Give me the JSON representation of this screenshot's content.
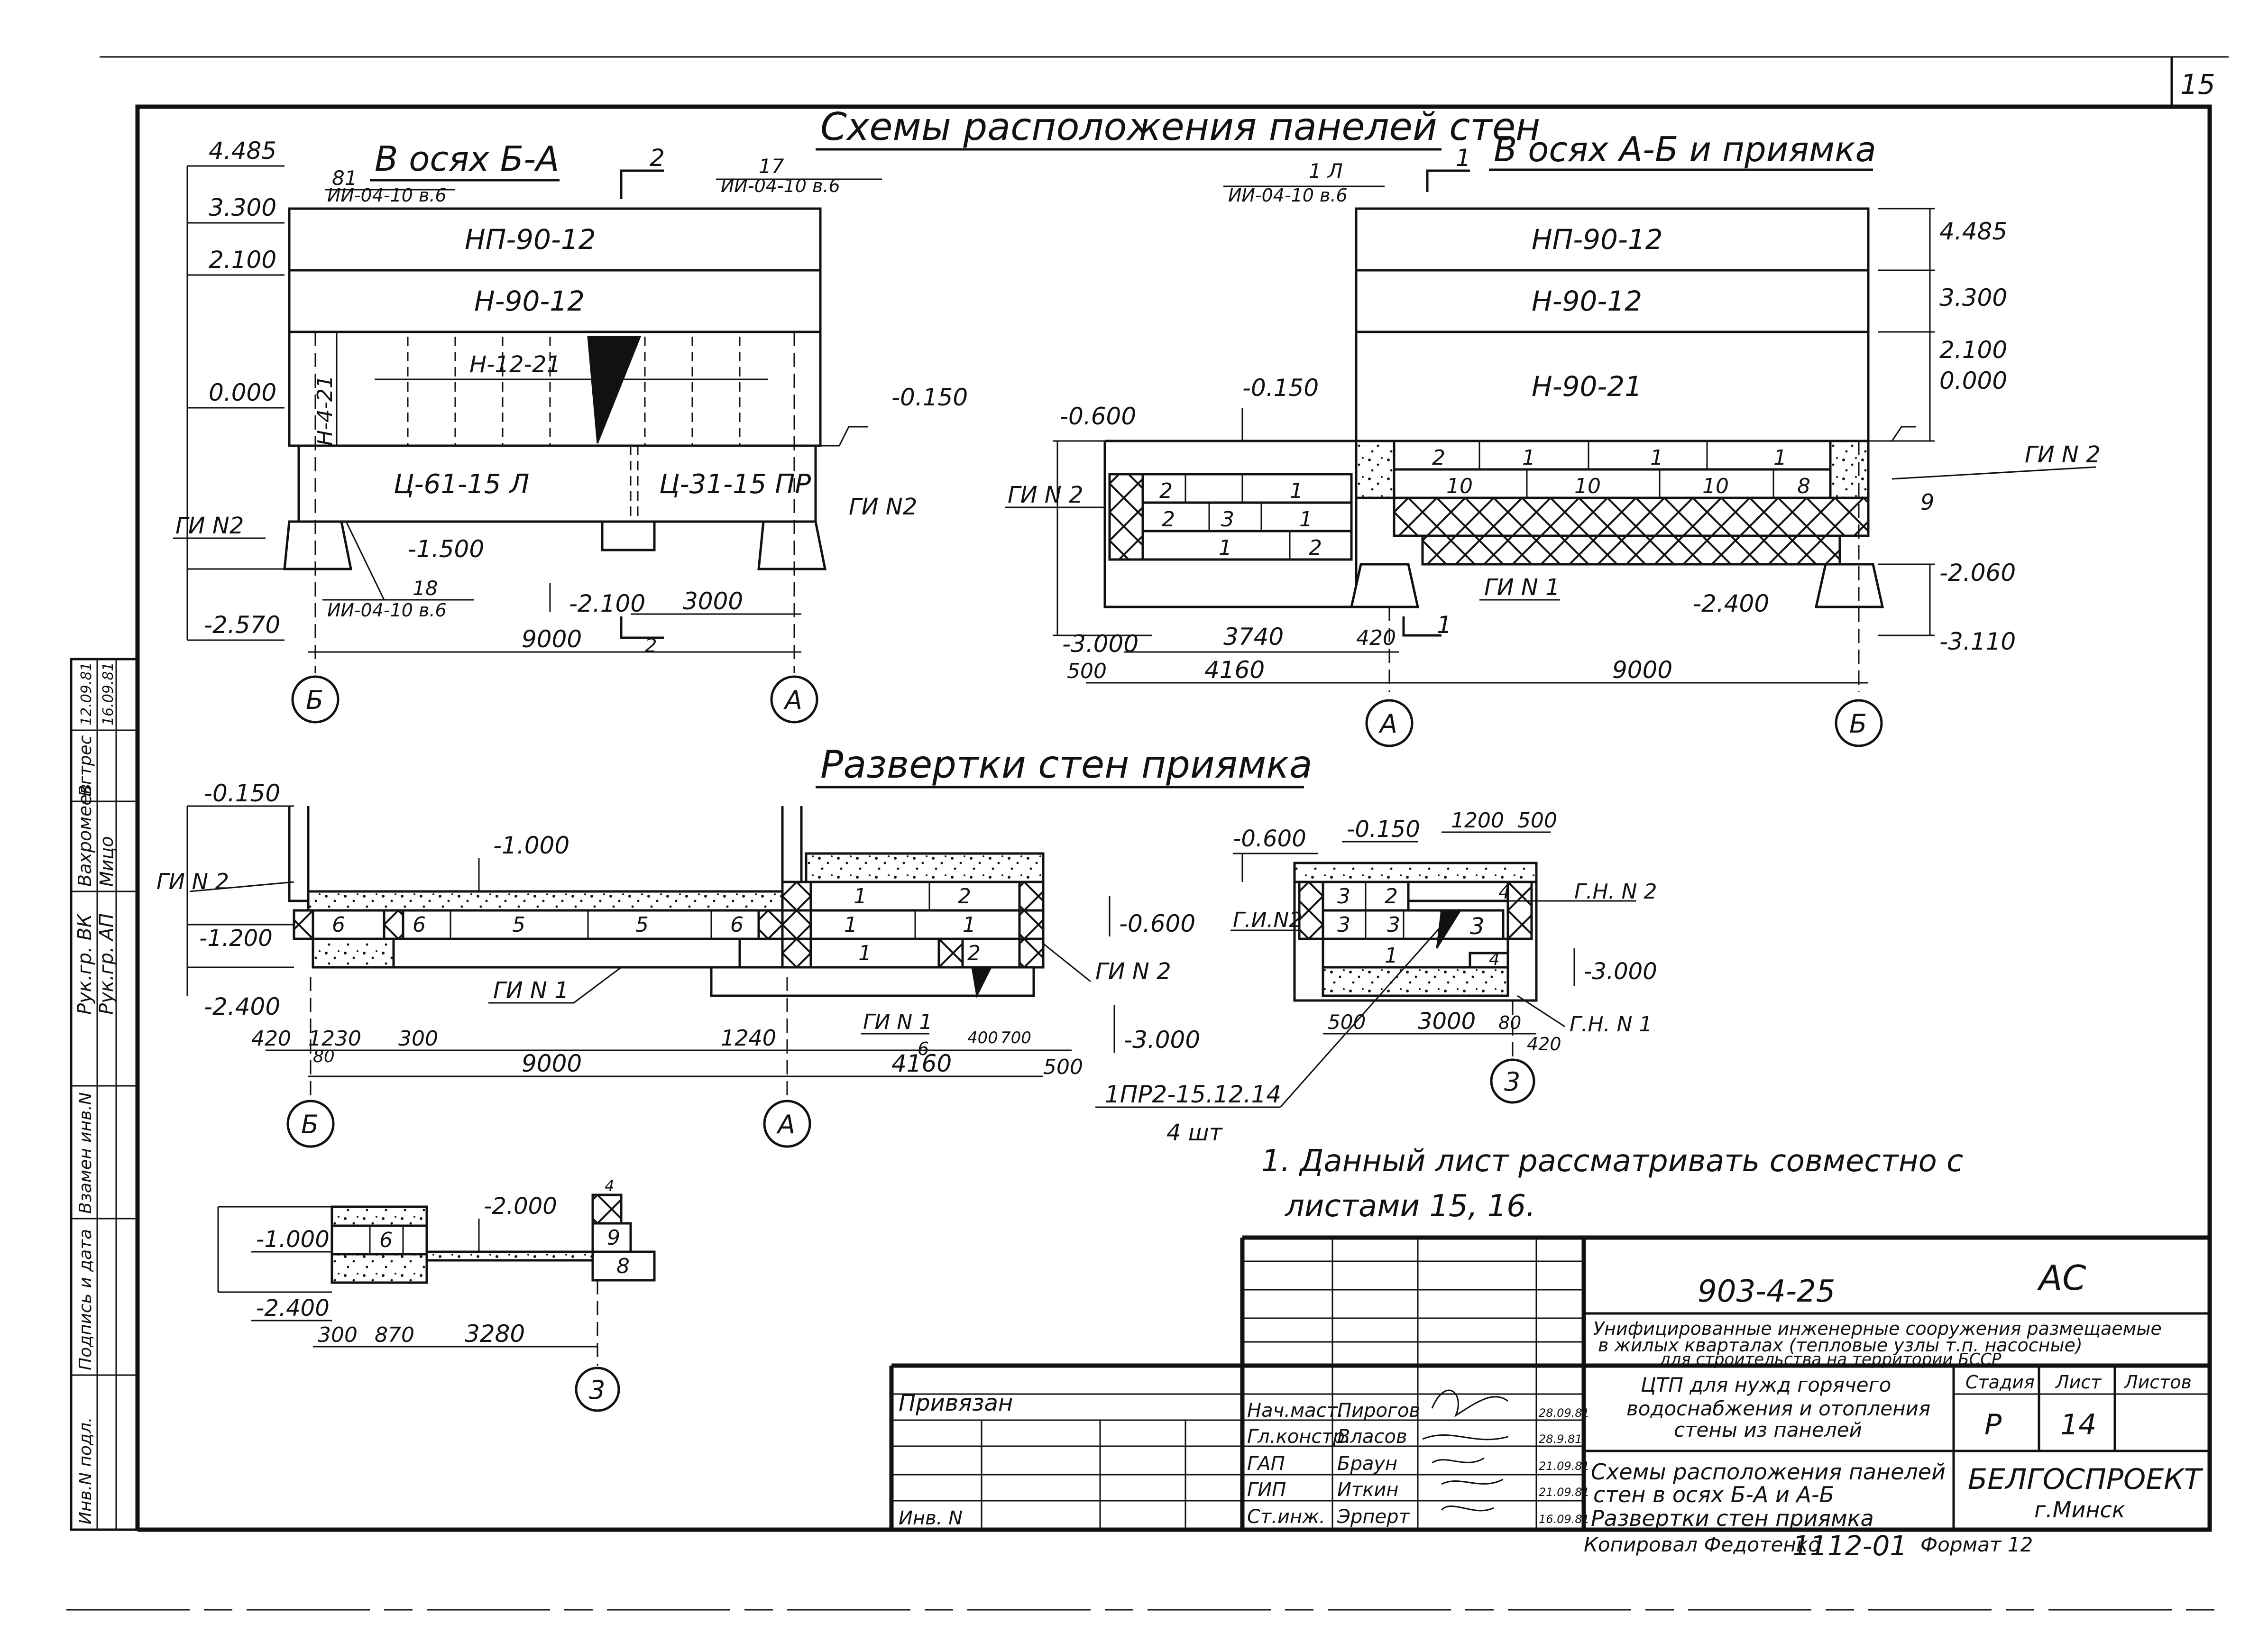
{
  "sheet_number": "15",
  "headings": {
    "wall_schemes": "Схемы расположения панелей стен",
    "left_view": "В осях Б-А",
    "right_view": "В осях А-Б и приямка",
    "developments": "Развертки стен приямка"
  },
  "left_view": {
    "elevations": [
      "4.485",
      "3.300",
      "2.100",
      "0.000",
      "-2.570",
      "-1.500",
      "-2.100",
      "-0.150"
    ],
    "panels": [
      "НП-90-12",
      "Н-90-12",
      "Н-12-21",
      "Н-4-21",
      "Ц-61-15 Л",
      "Ц-31-15 ПР"
    ],
    "callouts": {
      "c81_num": "81",
      "c81_code": "ИИ-04-10 в.6",
      "c17_num": "17",
      "c17_code": "ИИ-04-10 в.6",
      "c18_num": "18",
      "c18_code": "ИИ-04-10 в.6",
      "gi": "ГИ N2",
      "gi2": "ГИ N2"
    },
    "section_mark": "2",
    "section_mark_b": "2",
    "dims": [
      "3000",
      "9000"
    ],
    "axes": [
      "Б",
      "А"
    ]
  },
  "right_view": {
    "elevations": [
      "4.485",
      "3.300",
      "2.100",
      "0.000",
      "-0.600",
      "-0.150",
      "-2.060",
      "-3.110",
      "-2.400",
      "-3.000"
    ],
    "panels": [
      "НП-90-12",
      "Н-90-12",
      "Н-90-21"
    ],
    "callout_num": "1 Л",
    "callout_code": "ИИ-04-10 в.6",
    "section_mark": "1",
    "section_mark_b": "1",
    "blocks": [
      "2",
      "1",
      "1",
      "1",
      "10",
      "10",
      "10",
      "8",
      "2",
      "1",
      "2",
      "3",
      "1",
      "1",
      "2",
      "9"
    ],
    "labels": [
      "ГИ N 2",
      "ГИ N 2",
      "ГИ N 1"
    ],
    "dims": [
      "3740",
      "420",
      "500",
      "4160",
      "9000"
    ],
    "axes": [
      "А",
      "Б"
    ]
  },
  "dev_left": {
    "elevations": [
      "-0.150",
      "-1.000",
      "-1.200",
      "-2.400",
      "-0.600",
      "-3.000"
    ],
    "blocks": [
      "6",
      "6",
      "5",
      "5",
      "6",
      "1",
      "2",
      "1",
      "1",
      "1",
      "2"
    ],
    "labels": [
      "ГИ N 2",
      "ГИ N 1",
      "ГИ N 2",
      "ГИ N 1",
      "6"
    ],
    "dims": [
      "420",
      "1230",
      "300",
      "80",
      "9000",
      "1240",
      "4160",
      "400",
      "700",
      "500"
    ],
    "axes": [
      "Б",
      "А"
    ]
  },
  "dev_right": {
    "elevations": [
      "-0.600",
      "-0.150",
      "-3.000"
    ],
    "top_dims": [
      "1200",
      "500"
    ],
    "blocks": [
      "3",
      "2",
      "4",
      "3",
      "3",
      "3",
      "1",
      "4"
    ],
    "labels": [
      "Г.И.N2",
      "Г.Н. N 2",
      "Г.Н. N 1"
    ],
    "dims": [
      "500",
      "3000",
      "80",
      "420"
    ],
    "axis": "3"
  },
  "lintel": {
    "mark": "1ПР2-15.12.14",
    "qty": "4 шт"
  },
  "note": {
    "line1": "1. Данный лист рассматривать совместно с",
    "line2": "листами 15, 16."
  },
  "small_section": {
    "elevations": [
      "-1.000",
      "-2.400",
      "-2.000"
    ],
    "blocks": [
      "6",
      "4",
      "9",
      "8"
    ],
    "dims": [
      "300",
      "870",
      "3280"
    ],
    "axis": "3"
  },
  "left_stamp": [
    "Рук.гр. ВК",
    "Рук.гр. АП",
    "Вахромеев",
    "Мицо",
    "Вгтрес",
    "12.09.81",
    "16.09.81",
    "Взамен инв.N",
    "Подпись и дата",
    "Инв.N подл."
  ],
  "title_block": {
    "code": "903-4-25",
    "mark": "АС",
    "desc1": "Унифицированные инженерные сооружения размещаемые",
    "desc2": "в жилых кварталах (тепловые узлы т.п. насосные)",
    "desc3": "для строительства на территории БССР",
    "object1": "ЦТП для нужд горячего",
    "object2": "водоснабжения и отопления",
    "object3": "стены из панелей",
    "sheet_title1": "Схемы расположения панелей",
    "sheet_title2": "стен в осях Б-А и А-Б",
    "sheet_title3": "Развертки стен приямка",
    "col_stage": "Стадия",
    "col_sheet": "Лист",
    "col_sheets": "Листов",
    "stage": "Р",
    "sheet": "14",
    "org1": "БЕЛГОСПРОЕКТ",
    "org2": "г.Минск",
    "bound": "Привязан",
    "inv": "Инв. N",
    "copied": "Копировал Федотенко",
    "number": "1112-01",
    "format": "Формат 12",
    "people": [
      {
        "role": "Нач.маст.",
        "name": "Пирогов",
        "date": "28.09.81"
      },
      {
        "role": "Гл.констр.",
        "name": "Власов",
        "date": "28.9.81"
      },
      {
        "role": "ГАП",
        "name": "Браун",
        "date": "21.09.81"
      },
      {
        "role": "ГИП",
        "name": "Иткин",
        "date": "21.09.81"
      },
      {
        "role": "Ст.инж.",
        "name": "Эрперт",
        "date": "16.09.81"
      }
    ]
  }
}
